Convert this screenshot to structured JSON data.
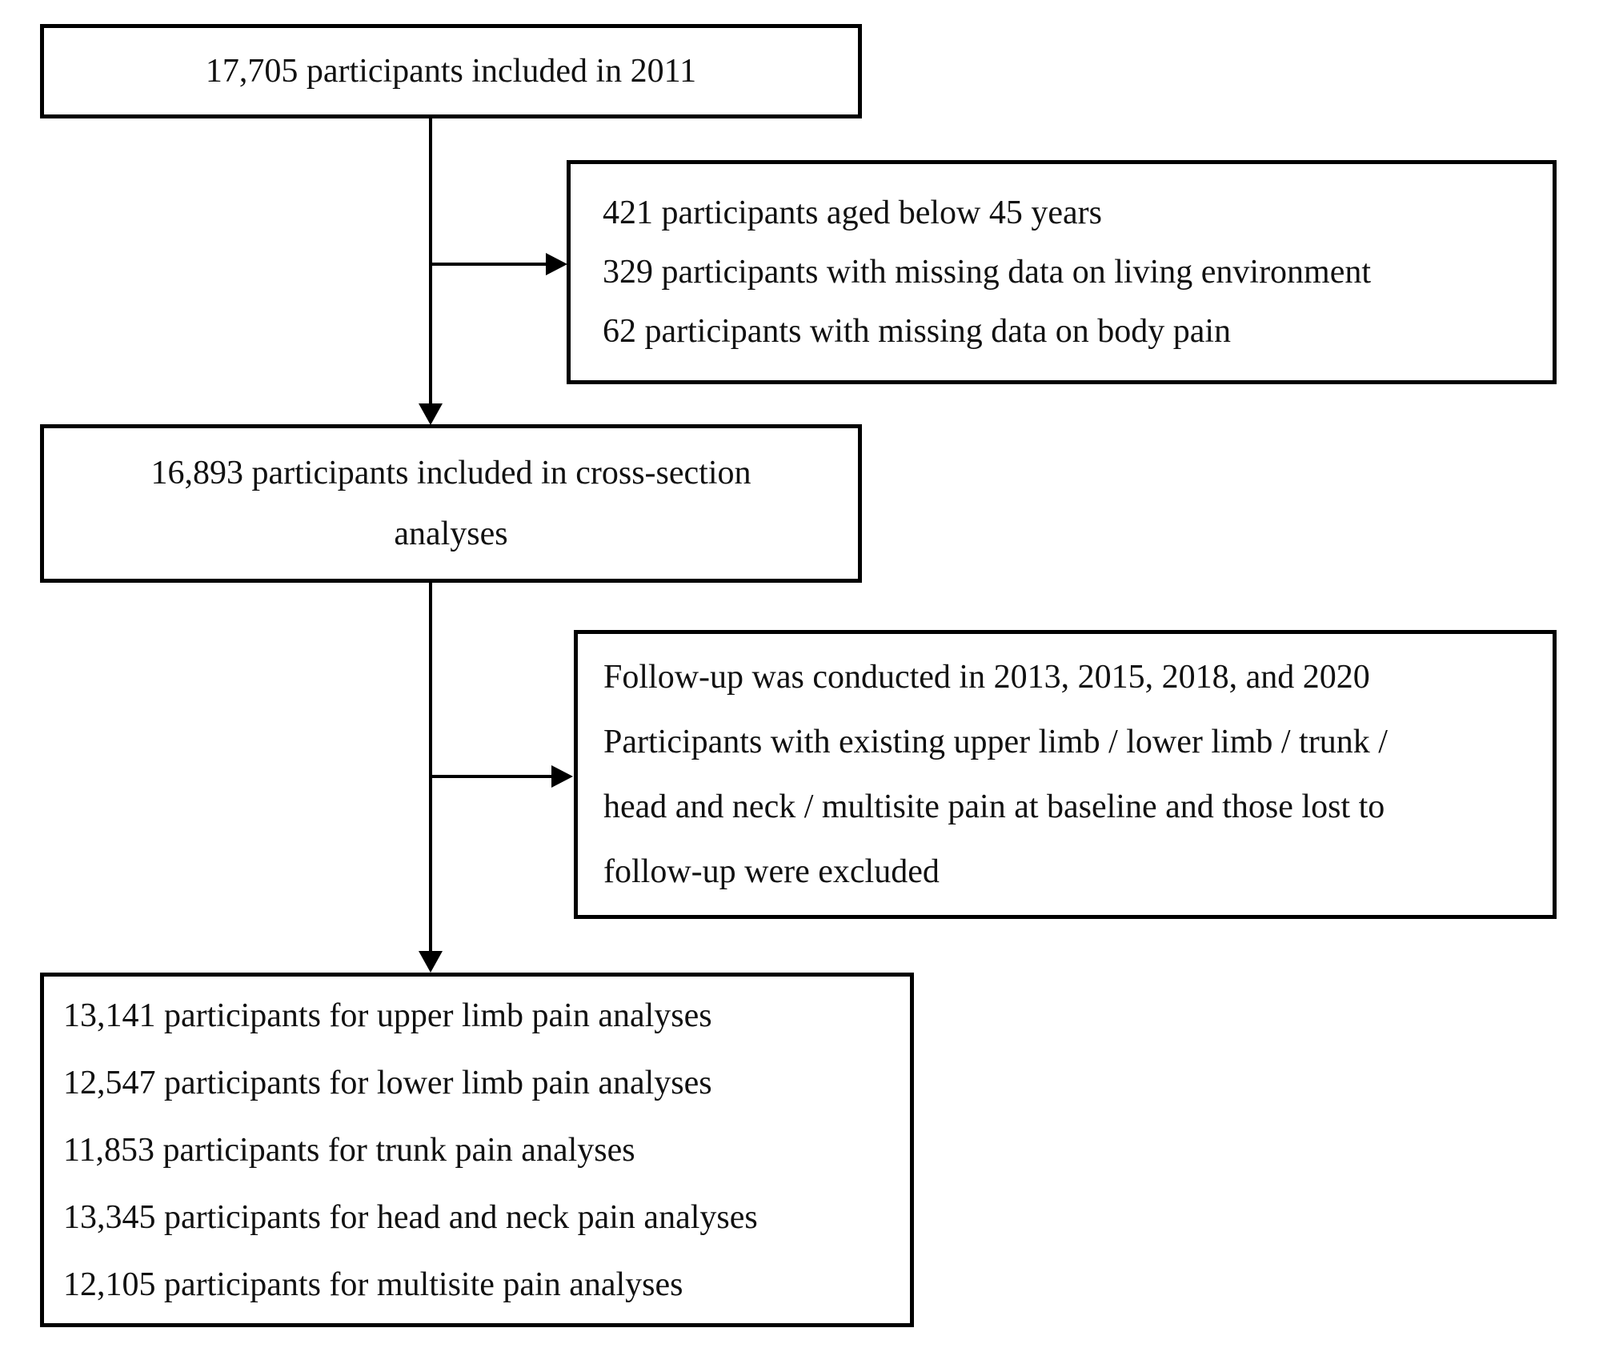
{
  "flowchart": {
    "title": "participant flow diagram",
    "colors": {
      "border": "#000000",
      "background": "#ffffff",
      "text": "#111111"
    },
    "start_box": {
      "text": "17,705 participants included in 2011"
    },
    "exclusion_box_1": {
      "lines": [
        "421 participants aged below 45 years",
        "329 participants with missing data on living environment",
        "62 participants with missing data on body pain"
      ]
    },
    "cross_section_box": {
      "lines": [
        "16,893 participants included in cross-section",
        "analyses"
      ]
    },
    "exclusion_box_2": {
      "lines": [
        "Follow-up was conducted in 2013, 2015, 2018, and 2020",
        "Participants with existing upper limb / lower limb / trunk /",
        "head and neck / multisite pain at baseline and those lost to",
        "follow-up were excluded"
      ]
    },
    "outcome_box": {
      "lines": [
        "13,141 participants for upper limb pain analyses",
        "12,547 participants for lower limb pain analyses",
        "11,853 participants for trunk pain analyses",
        "13,345 participants for head and neck pain analyses",
        "12,105 participants for multisite pain analyses"
      ]
    }
  }
}
